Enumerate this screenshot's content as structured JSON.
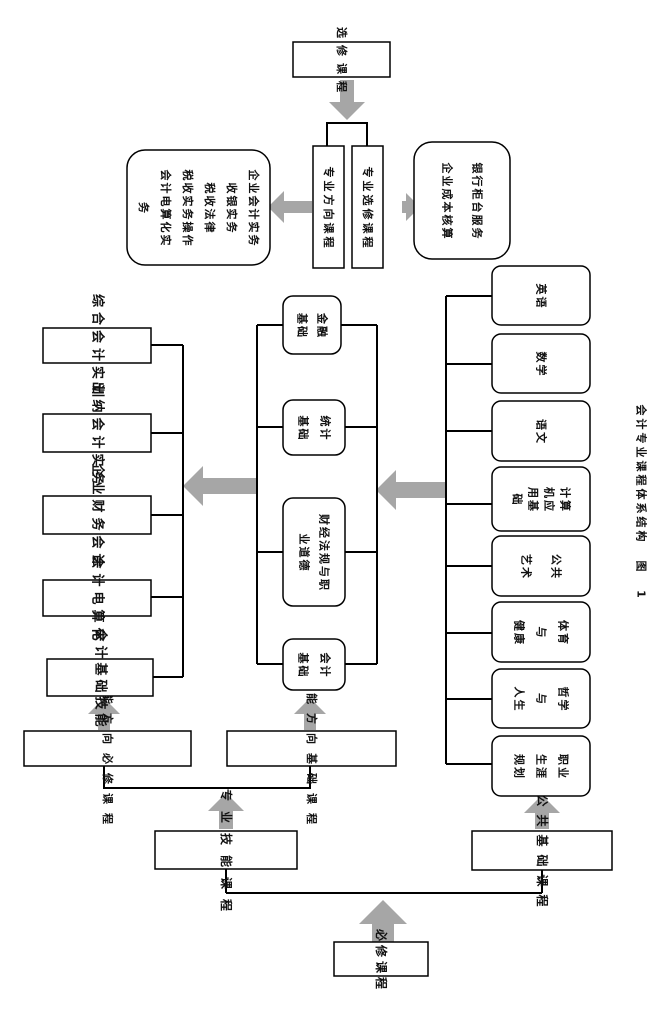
{
  "caption": {
    "figure_no": "图 1",
    "title": "会计专业课程体系结构"
  },
  "required": "必修课程",
  "professional_skills": "专业技能课程",
  "public_basic": "公共基础课程",
  "skill_required": "技能方向必修课程",
  "skill_basic": "技能方向基础课程",
  "skill_required_items": [
    "会计基础技能",
    "会计电算化",
    "企业财务会计",
    "出纳会计实务",
    "综合会计实训"
  ],
  "skill_basic_items": [
    "会计基础",
    "财经法规与职业道德",
    "统计基础",
    "金融基础"
  ],
  "public_items": [
    "职业生涯规划",
    "哲学与人生",
    "体育与健康",
    "公共艺术",
    "计算机应用基础",
    "语文",
    "数学",
    "英语"
  ],
  "elective": "选修课程",
  "direction_course": "专业方向课程",
  "elective_course": "专业选修课程",
  "direction_items": [
    "企业会计实务",
    "收银实务",
    "税收法律",
    "税收实务操作",
    "会计电算化实务"
  ],
  "elective_items": [
    "银行柜台服务",
    "企业成本核算"
  ],
  "colors": {
    "arrow": "#a6a6a6",
    "line": "#000000"
  }
}
